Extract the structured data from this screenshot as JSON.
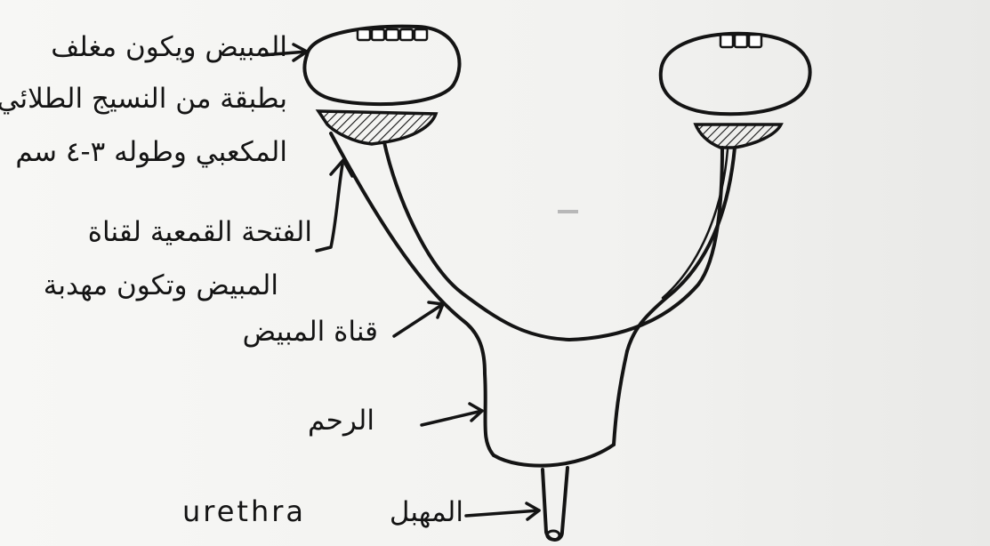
{
  "labels": {
    "ovary": [
      "المبيض ويكون مغلف",
      "بطبقة من النسيج الطلائي",
      "المكعبي وطوله ٣-٤ سم"
    ],
    "fimbriae": [
      "الفتحة القمعية لقناة",
      "المبيض وتكون مهدبة"
    ],
    "oviduct": "قناة المبيض",
    "uterus": "الرحم",
    "vagina": "المهبل",
    "urethra": "urethra"
  },
  "colors": {
    "ink": "#141414",
    "paper": "#f4f4f2"
  }
}
